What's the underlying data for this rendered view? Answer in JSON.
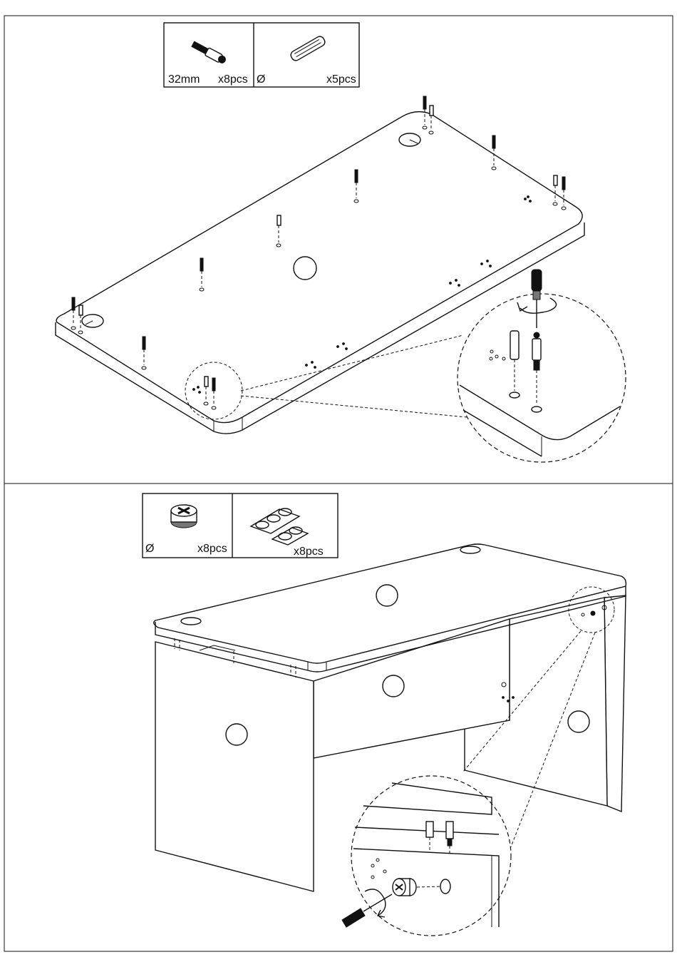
{
  "steps": [
    {
      "parts": [
        {
          "label": "32mm",
          "qty": "x8pcs",
          "icon": "cam-bolt-icon"
        },
        {
          "label": "Ø",
          "qty": "x5pcs",
          "icon": "wooden-dowel-icon"
        }
      ]
    },
    {
      "parts": [
        {
          "label": "Ø",
          "qty": "x8pcs",
          "icon": "cam-lock-icon"
        },
        {
          "label": "",
          "qty": "x8pcs",
          "icon": "felt-pads-icon"
        }
      ]
    }
  ]
}
